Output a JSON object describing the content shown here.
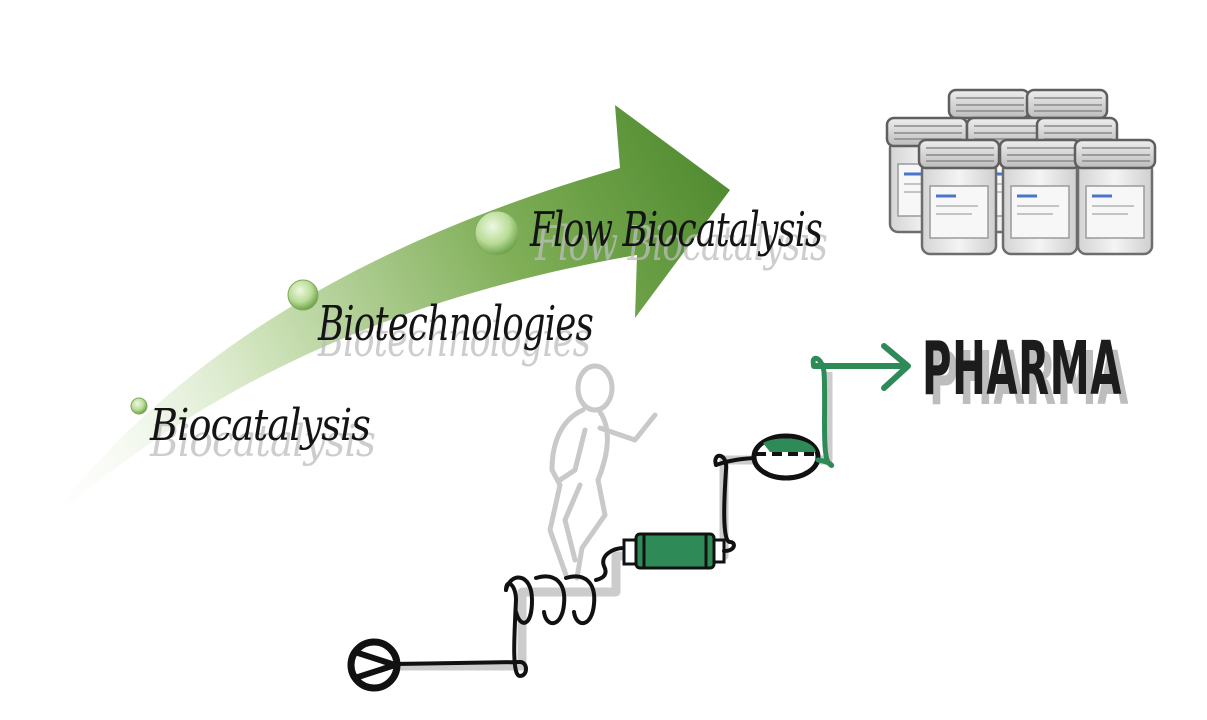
{
  "stages": [
    {
      "label": "Biocatalysis"
    },
    {
      "label": "Biotechnologies"
    },
    {
      "label": "Flow Biocatalysis"
    }
  ],
  "destination": {
    "label": "PHARMA"
  },
  "colors": {
    "arrow_green": "#4f8a2f",
    "arrow_light": "#cfe3bb",
    "bullet_green": "#b9dc97",
    "tube_green": "#2e8b57",
    "ink": "#141414",
    "shadow_gray": "#bdbdbd"
  },
  "icons": [
    "growth-arrow",
    "stage-bullet",
    "medicine-bottles-icon",
    "pump-icon",
    "coil-reactor-icon",
    "packed-column-icon",
    "separator-icon",
    "running-person-icon"
  ]
}
